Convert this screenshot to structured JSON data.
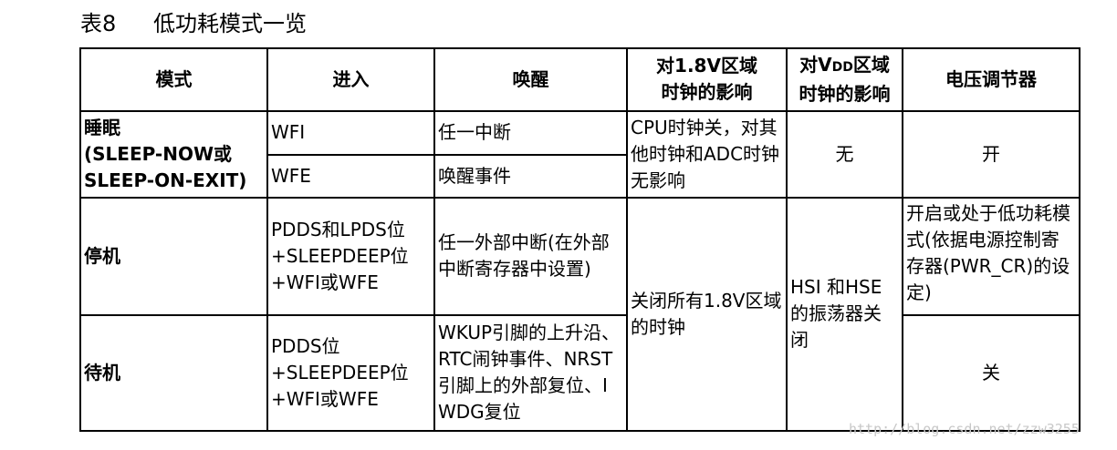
{
  "caption": {
    "number": "表8",
    "title": "低功耗模式一览"
  },
  "header": {
    "mode": "模式",
    "enter": "进入",
    "wakeup": "唤醒",
    "clock18_l1": "对1.8V区域",
    "clock18_l2": "时钟的影响",
    "vdd_pre": "对V",
    "vdd_sub": "DD",
    "vdd_post": "区域",
    "vdd_l2": "时钟的影响",
    "regulator": "电压调节器"
  },
  "rows": {
    "sleep": {
      "mode_l1": "睡眠",
      "mode_l2": "(SLEEP-NOW或",
      "mode_l3": "SLEEP-ON-EXIT)",
      "enter_wfi": "WFI",
      "wake_wfi": "任一中断",
      "enter_wfe": "WFE",
      "wake_wfe": "唤醒事件",
      "clock18": "CPU时钟关，对其他时钟和ADC时钟无影响",
      "vdd": "无",
      "regulator": "开"
    },
    "stop": {
      "mode": "停机",
      "enter_l1": "PDDS和LPDS位",
      "enter_l2": "+SLEEPDEEP位",
      "enter_l3": "+WFI或WFE",
      "wake": "任一外部中断(在外部中断寄存器中设置)",
      "regulator": "开启或处于低功耗模式(依据电源控制寄存器(PWR_CR)的设定)"
    },
    "standby": {
      "mode": "待机",
      "enter_l1": "PDDS位",
      "enter_l2": "+SLEEPDEEP位",
      "enter_l3": "+WFI或WFE",
      "wake": "WKUP引脚的上升沿、RTC闹钟事件、NRST引脚上的外部复位、IWDG复位",
      "regulator": "关"
    },
    "stop_standby_shared": {
      "clock18": "关闭所有1.8V区域的时钟",
      "vdd": "HSI 和HSE的振荡器关闭"
    }
  },
  "watermark": "http://blog.csdn.net/zzw3255"
}
